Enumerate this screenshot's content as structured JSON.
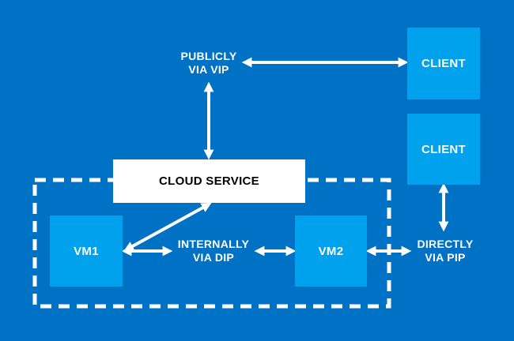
{
  "colors": {
    "background": "#0072C6",
    "node_fill": "#00A2ED",
    "cloud_service_fill": "#FFFFFF",
    "connector": "#FFFFFF"
  },
  "nodes": {
    "client_top": "CLIENT",
    "client_bottom": "CLIENT",
    "cloud_service": "CLOUD SERVICE",
    "vm1": "VM1",
    "vm2": "VM2"
  },
  "labels": {
    "public": {
      "line1": "PUBLICLY",
      "line2": "VIA VIP"
    },
    "internal": {
      "line1": "INTERNALLY",
      "line2": "VIA DIP"
    },
    "direct": {
      "line1": "DIRECTLY",
      "line2": "VIA PIP"
    }
  }
}
